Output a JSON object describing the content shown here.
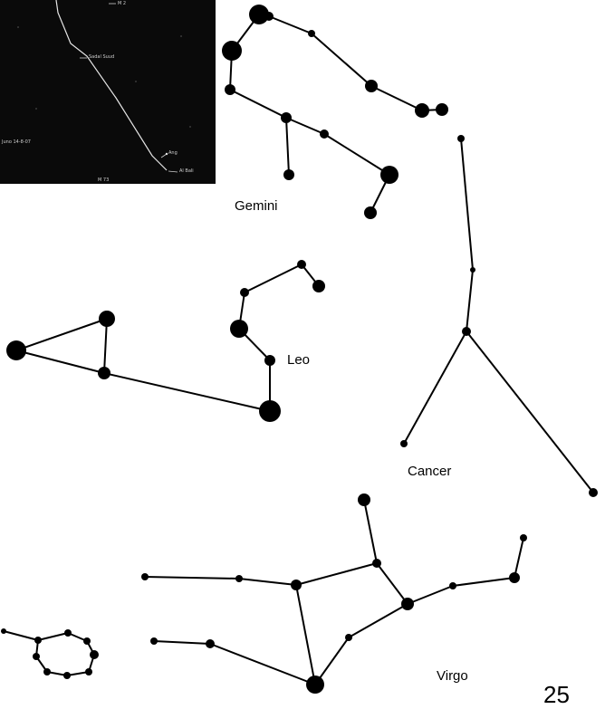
{
  "inset": {
    "labels": [
      "M 2",
      "Sadal Suud",
      "Juno 14-8-07",
      "Ang",
      "Al Bali",
      "M 73"
    ]
  },
  "constellations": {
    "gemini": {
      "label": "Gemini"
    },
    "leo": {
      "label": "Leo"
    },
    "cancer": {
      "label": "Cancer"
    },
    "virgo": {
      "label": "Virgo"
    }
  },
  "page_number": "25",
  "colors": {
    "lines": "#000000",
    "stars": "#000000",
    "inset_bg": "#0a0a0a",
    "inset_fg": "#cfcfcf"
  }
}
